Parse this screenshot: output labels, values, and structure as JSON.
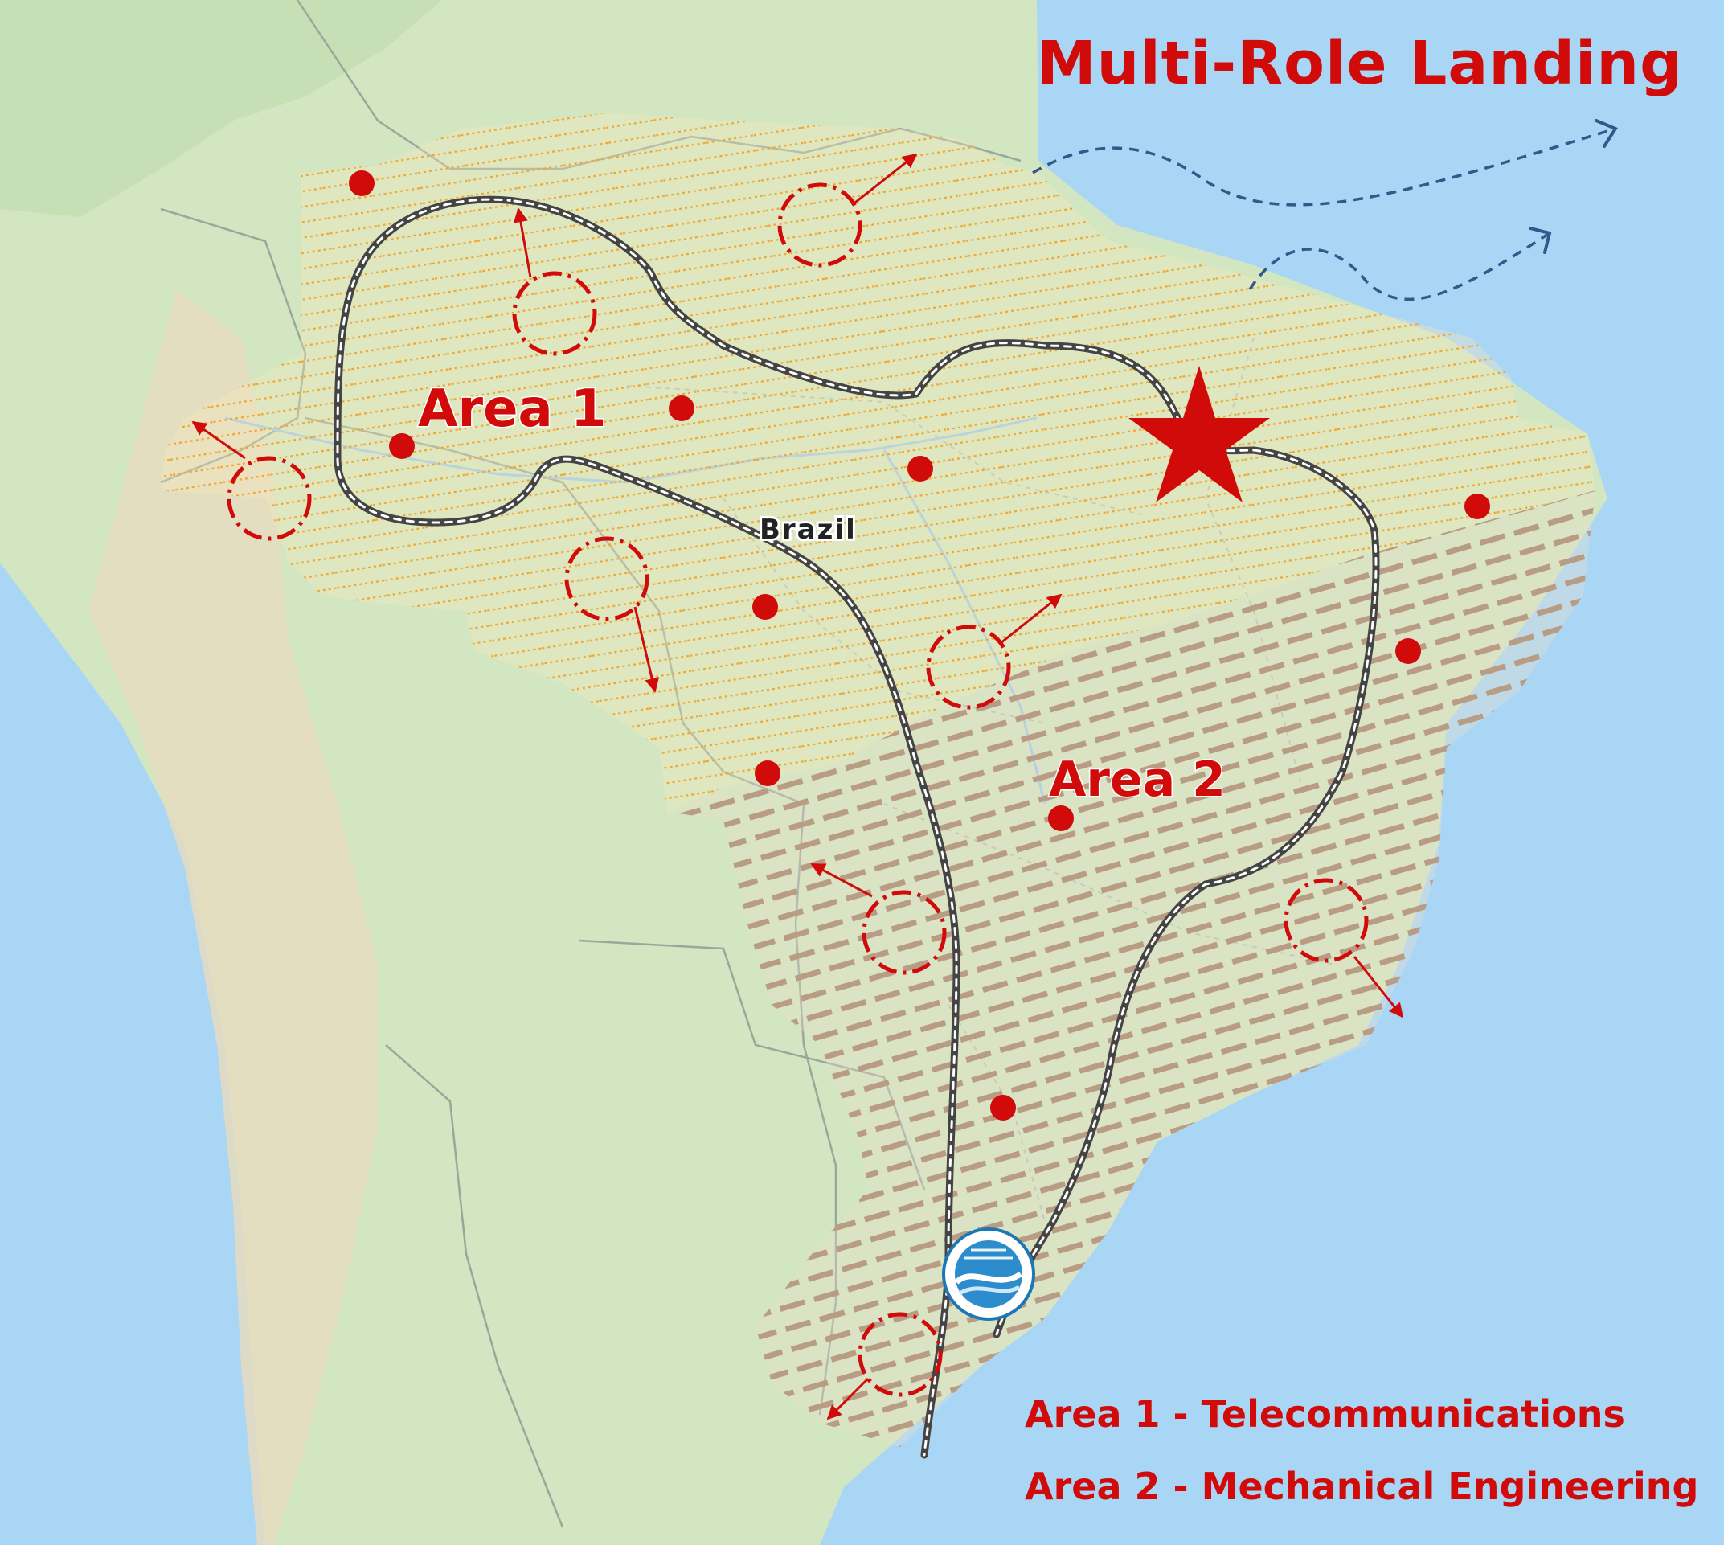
{
  "map": {
    "title": "Multi-Role Landing",
    "country_label": "Brazil",
    "area_labels": [
      "Area 1",
      "Area 2"
    ],
    "legend": [
      "Area 1 - Telecommunications",
      "Area 2 - Mechanical Engineering"
    ],
    "colors": {
      "ocean": "#a9d6f5",
      "land": "#d2e6c1",
      "accent_red": "#d10a0a",
      "area1_hatch": "#f2a62c",
      "area2_hatch": "#b89c84",
      "route_line": "#3f3f3f",
      "sea_arrow": "#2f5a8a"
    },
    "icons": [
      "star-marker-icon",
      "organization-emblem-icon"
    ]
  }
}
